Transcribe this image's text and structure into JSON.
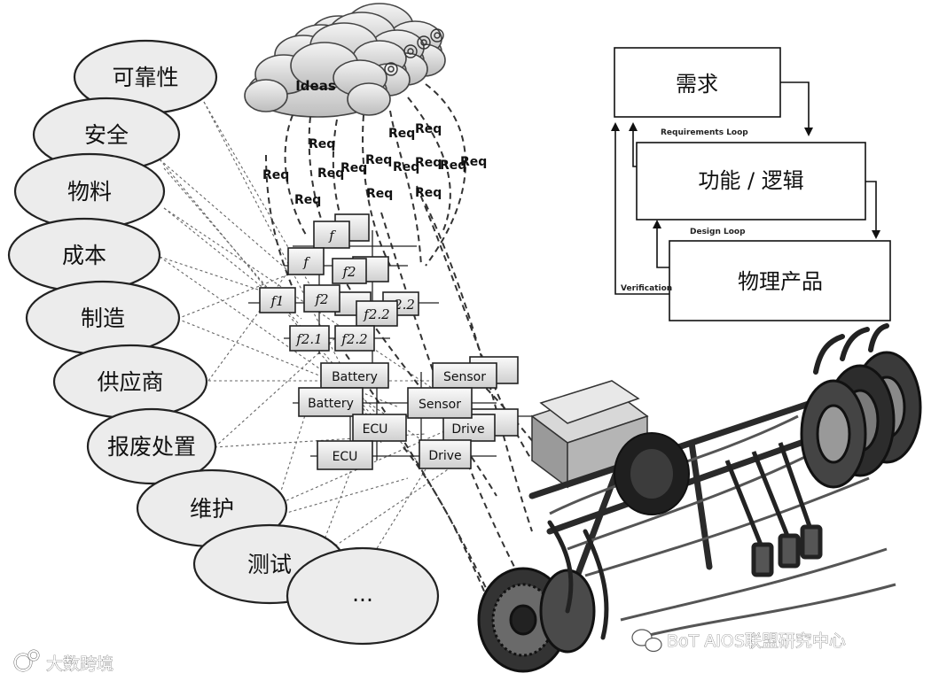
{
  "ovals": [
    {
      "id": "reliability",
      "label": "可靠性"
    },
    {
      "id": "safety",
      "label": "安全"
    },
    {
      "id": "materials",
      "label": "物料"
    },
    {
      "id": "cost",
      "label": "成本"
    },
    {
      "id": "manufacturing",
      "label": "制造"
    },
    {
      "id": "supplier",
      "label": "供应商"
    },
    {
      "id": "disposal",
      "label": "报废处置"
    },
    {
      "id": "maintenance",
      "label": "维护"
    },
    {
      "id": "testing",
      "label": "测试"
    },
    {
      "id": "more",
      "label": "..."
    }
  ],
  "cloud": {
    "label": "Ideas"
  },
  "req_label": "Req",
  "functions": {
    "f": "f",
    "f1": "f1",
    "f2": "f2",
    "f21": "f2.1",
    "f22": "f2.2",
    "f22b": "2.2"
  },
  "components": {
    "battery": "Battery",
    "sensor": "Sensor",
    "ecu": "ECU",
    "drive": "Drive"
  },
  "flow": {
    "requirements": "需求",
    "function_logic": "功能 / 逻辑",
    "physical_product": "物理产品",
    "requirements_loop": "Requirements Loop",
    "design_loop": "Design Loop",
    "verification": "Verification"
  },
  "watermarks": {
    "left": "大数跨境",
    "right": "BoT AIOS联盟研究中心"
  }
}
